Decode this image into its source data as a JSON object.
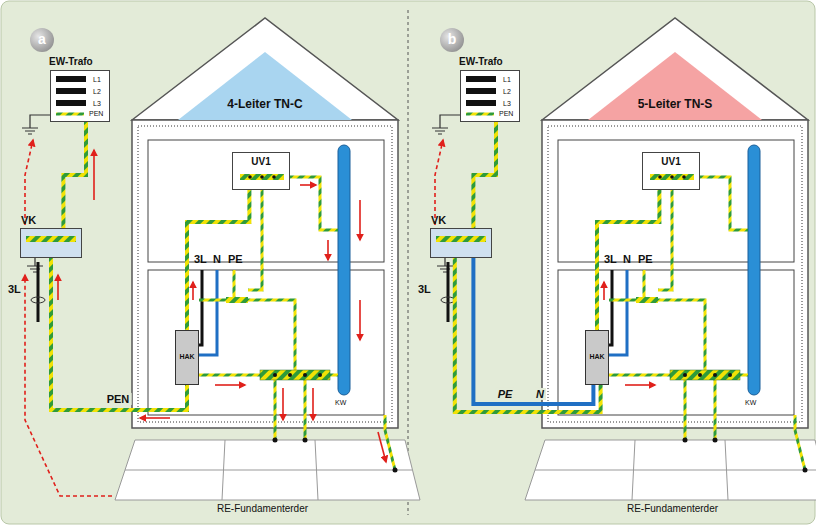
{
  "diagram": {
    "nodes": [
      {
        "text": [
          "a"
        ]
      },
      {
        "text": [
          "EW-Trafo",
          "L1",
          "L2",
          "L3",
          "PEN"
        ]
      },
      {
        "text": [
          "4-Leiter TN-C"
        ]
      },
      {
        "text": [
          "VK"
        ]
      },
      {
        "text": [
          "UV1"
        ]
      },
      {
        "text": [
          "KW"
        ]
      },
      {
        "text": [
          "HAK"
        ]
      },
      {
        "text": [
          "RE-Fundamenterder"
        ]
      },
      {
        "text": [
          "b"
        ]
      },
      {
        "text": [
          "EW-Trafo",
          "L1",
          "L2",
          "L3",
          "PEN"
        ]
      },
      {
        "text": [
          "5-Leiter TN-S"
        ]
      },
      {
        "text": [
          "VK"
        ]
      },
      {
        "text": [
          "UV1"
        ]
      },
      {
        "text": [
          "KW"
        ]
      },
      {
        "text": [
          "HAK"
        ]
      },
      {
        "text": [
          "RE-Fundamenterder"
        ]
      }
    ],
    "edges": [
      {
        "from": 1,
        "to": 3,
        "arrow": "none"
      },
      {
        "from": 3,
        "to": 6,
        "label": "PEN",
        "arrow": "none"
      },
      {
        "from": 6,
        "to": 4,
        "arrow": "none"
      },
      {
        "from": 9,
        "to": 11,
        "arrow": "none"
      },
      {
        "from": 11,
        "to": 14,
        "label": "N",
        "arrow": "none"
      },
      {
        "from": 11,
        "to": 14,
        "label": "PE",
        "arrow": "none"
      },
      {
        "from": 14,
        "to": 12,
        "arrow": "none"
      }
    ],
    "labels": [
      "3L",
      "3L",
      "N",
      "PE",
      "3L",
      "3L",
      "N",
      "PE"
    ]
  }
}
